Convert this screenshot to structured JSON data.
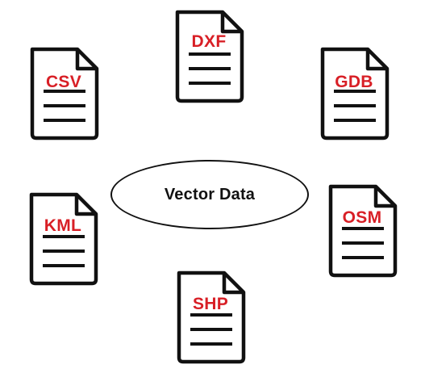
{
  "diagram": {
    "center_label": "Vector Data",
    "label_color": "#d81f26",
    "stroke_color": "#111111",
    "documents": [
      {
        "label": "DXF",
        "icon": "document-icon"
      },
      {
        "label": "CSV",
        "icon": "document-icon"
      },
      {
        "label": "GDB",
        "icon": "document-icon"
      },
      {
        "label": "KML",
        "icon": "document-icon"
      },
      {
        "label": "OSM",
        "icon": "document-icon"
      },
      {
        "label": "SHP",
        "icon": "document-icon"
      }
    ]
  }
}
